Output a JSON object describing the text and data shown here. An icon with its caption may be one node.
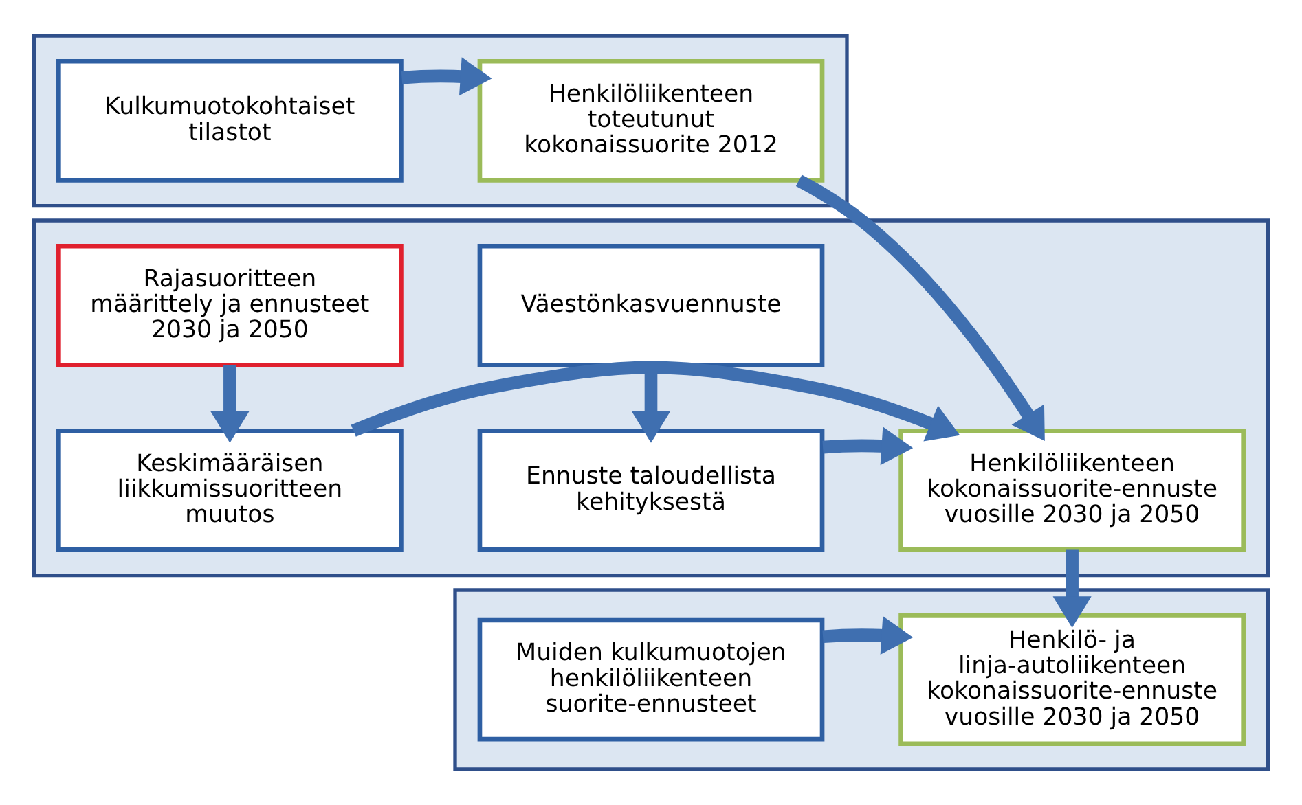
{
  "diagram": {
    "nodes": [
      {
        "text": [],
        "shape": "box"
      },
      {
        "text": [
          "Kulkumuotokohtaiset tilastot"
        ],
        "in": 0
      },
      {
        "text": [
          "Henkilöliikenteen toteutunut kokonaissuorite 2012"
        ],
        "in": 0
      },
      {
        "text": [],
        "shape": "box"
      },
      {
        "text": [
          "Väestönkasvuennuste"
        ],
        "in": 3
      },
      {
        "text": [
          "Rajasuoritteen määrittely ja ennusteet 2030 ja 2050"
        ],
        "in": 3
      },
      {
        "text": [
          "Ennuste taloudellista kehityksestä"
        ],
        "in": 3
      },
      {
        "text": [
          "Henkilöliikenteen kokonaissuorite-ennuste vuosille 2030 ja 2050"
        ],
        "in": 3
      },
      {
        "text": [
          "Keskimääräisen liikkumissuoritteen muutos"
        ],
        "in": 3
      },
      {
        "text": [],
        "shape": "box"
      },
      {
        "text": [
          "Muiden kulkumuotojen henkilöliikenteen suorite-ennusteet"
        ],
        "in": 9
      },
      {
        "text": [
          "Henkilö- ja linja-autoliikenteen kokonaissuorite-ennuste vuosille 2030 ja 2050"
        ],
        "in": 9
      }
    ],
    "edges": [
      {
        "from": 1,
        "to": 2,
        "arrow": "to"
      },
      {
        "from": 2,
        "to": 7,
        "arrow": "to"
      },
      {
        "from": 4,
        "to": 6,
        "arrow": "to"
      },
      {
        "from": 5,
        "to": 8,
        "arrow": "to"
      },
      {
        "from": 6,
        "to": 7,
        "arrow": "to"
      },
      {
        "from": 8,
        "to": 7,
        "arrow": "to"
      },
      {
        "from": 7,
        "to": 11,
        "arrow": "to"
      },
      {
        "from": 10,
        "to": 11,
        "arrow": "to"
      }
    ]
  }
}
